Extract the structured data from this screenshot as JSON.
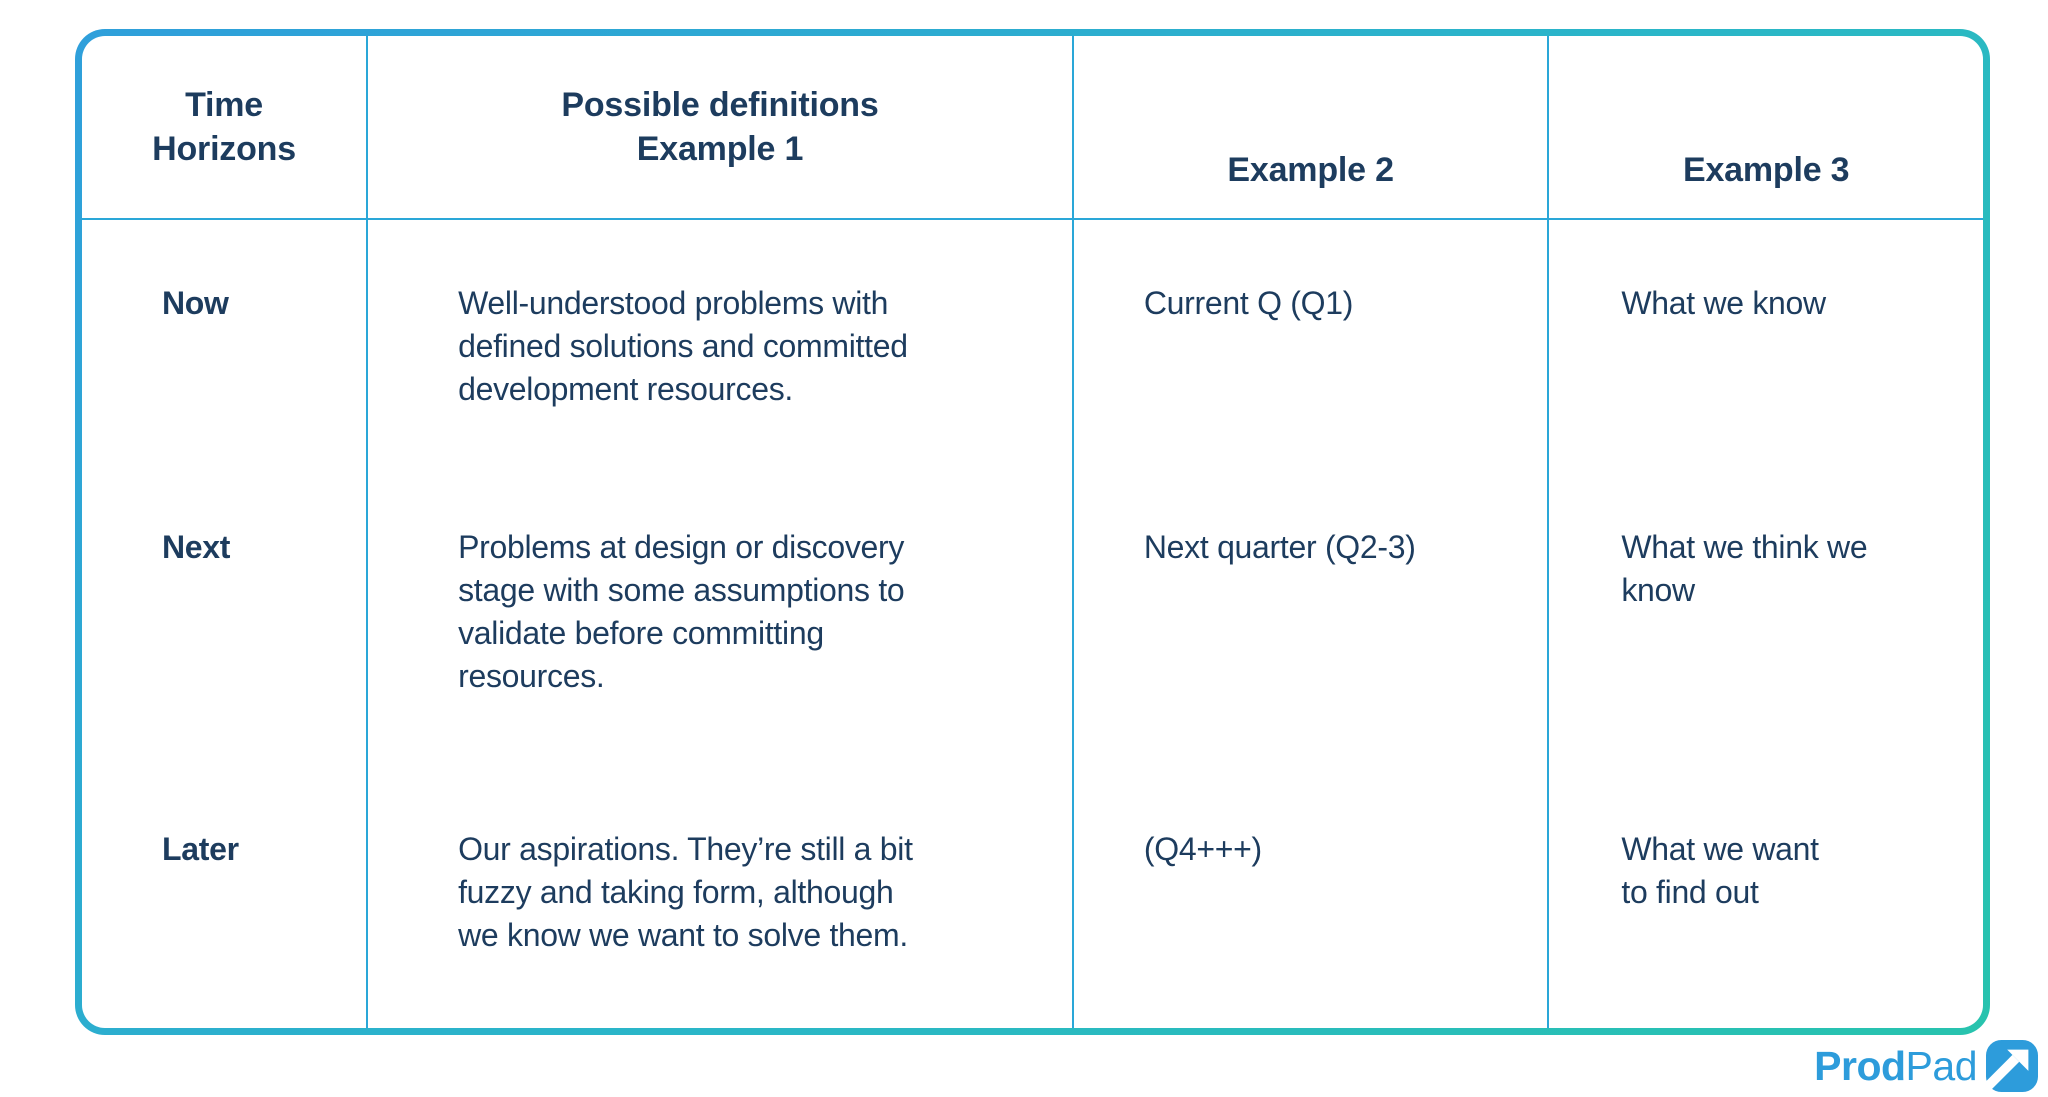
{
  "table": {
    "columns": [
      {
        "id": "time_horizons",
        "label": "Time\nHorizons"
      },
      {
        "id": "possible_definitions",
        "label": "Possible definitions\nExample 1"
      },
      {
        "id": "example_2",
        "label": "Example 2"
      },
      {
        "id": "example_3",
        "label": "Example 3"
      }
    ],
    "rows": [
      {
        "horizon": "Now",
        "definition": "Well-understood problems with\ndefined solutions and committed\ndevelopment resources.",
        "example_2": "Current Q (Q1)",
        "example_3": "What we know"
      },
      {
        "horizon": "Next",
        "definition": "Problems at design or discovery\nstage with some assumptions to\nvalidate before committing\nresources.",
        "example_2": "Next quarter (Q2-3)",
        "example_3": "What we think we\nknow"
      },
      {
        "horizon": "Later",
        "definition": "Our aspirations. They’re still a bit\nfuzzy and taking form, although\nwe know we want to solve them.",
        "example_2": "(Q4+++)",
        "example_3": "What we want\nto find out"
      }
    ]
  },
  "branding": {
    "prod": "Prod",
    "pad": "Pad"
  },
  "colors": {
    "border_grad_start": "#2f9fdb",
    "border_grad_mid": "#2ab6c8",
    "border_grad_end": "#28c3ae",
    "divider": "#2aa7d8",
    "text_navy": "#1d3c5e",
    "logo_blue": "#2d9cdb"
  },
  "chart_data": {
    "type": "table",
    "title": "Time Horizons — possible definitions",
    "columns": [
      "Time Horizons",
      "Possible definitions Example 1",
      "Example 2",
      "Example 3"
    ],
    "rows": [
      [
        "Now",
        "Well-understood problems with defined solutions and committed development resources.",
        "Current Q (Q1)",
        "What we know"
      ],
      [
        "Next",
        "Problems at design or discovery stage with some assumptions to validate before committing resources.",
        "Next quarter (Q2-3)",
        "What we think we know"
      ],
      [
        "Later",
        "Our aspirations. They’re still a bit fuzzy and taking form, although we know we want to solve them.",
        "(Q4+++)",
        "What we want to find out"
      ]
    ],
    "legend": false,
    "grid": "outer-rounded-border, column dividers, header underline only"
  }
}
